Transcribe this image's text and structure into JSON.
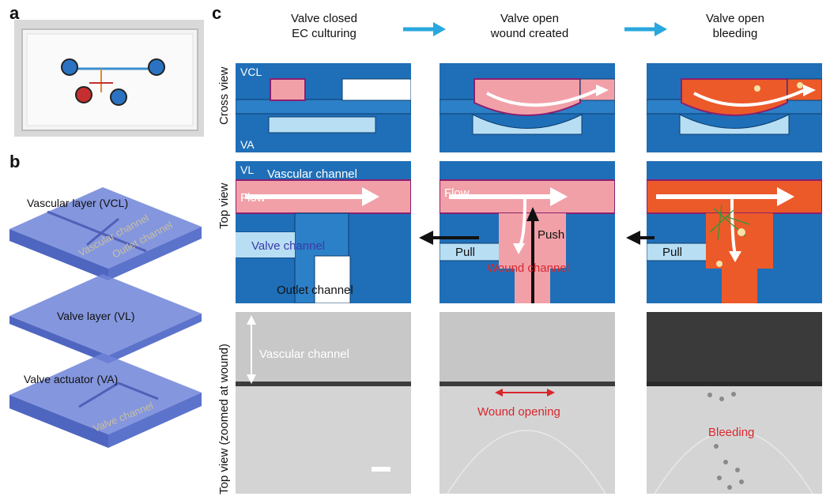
{
  "panels": {
    "a": {
      "letter": "a"
    },
    "b": {
      "letter": "b",
      "layer_vcl": "Vascular layer (VCL)",
      "vascular_channel": "Vascular channel",
      "outlet_channel": "Outlet channel",
      "layer_vl": "Valve layer (VL)",
      "layer_va": "Valve actuator (VA)",
      "valve_channel": "Valve channel"
    },
    "c": {
      "letter": "c",
      "col1": {
        "line1": "Valve closed",
        "line2": "EC culturing"
      },
      "col2": {
        "line1": "Valve open",
        "line2": "wound created"
      },
      "col3": {
        "line1": "Valve open",
        "line2": "bleeding"
      },
      "row_cross": "Cross view",
      "row_top": "Top view",
      "row_zoom": "Top view (zoomed at wound)",
      "vcl": "VCL",
      "va": "VA",
      "vl": "VL",
      "vascular_channel": "Vascular channel",
      "flow": "Flow",
      "valve_channel": "Valve channel",
      "outlet_channel": "Outlet channel",
      "pull": "Pull",
      "push": "Push",
      "wound_channel": "Wound channel",
      "micro_vascular_channel": "Vascular channel",
      "wound_opening": "Wound opening",
      "bleeding": "Bleeding"
    }
  },
  "colors": {
    "dark_blue": "#1f6fb8",
    "light_blue": "#b8def4",
    "pink": "#f2a0a8",
    "orange_red": "#ec5a2a",
    "arrow_cyan": "#2aa7de",
    "red_text": "#d8262c"
  }
}
